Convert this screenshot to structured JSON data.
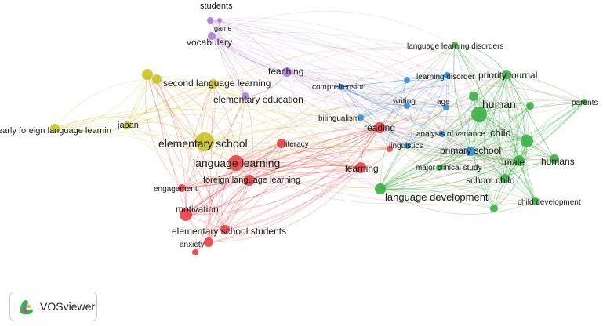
{
  "app": {
    "logo_label": "VOSviewer",
    "logo_icon": "vosviewer-logo-icon"
  },
  "clusters": {
    "red": "#e8454a",
    "green": "#3fb24a",
    "blue": "#3a8fd8",
    "yellow": "#c9c62a",
    "purple": "#b07fd8"
  },
  "nodes": [
    {
      "id": "students",
      "label": "students",
      "cluster": "purple"
    },
    {
      "id": "game",
      "label": "game",
      "cluster": "purple"
    },
    {
      "id": "vocabulary",
      "label": "vocabulary",
      "cluster": "purple"
    },
    {
      "id": "teaching",
      "label": "teaching",
      "cluster": "purple"
    },
    {
      "id": "elementary_education",
      "label": "elementary education",
      "cluster": "purple"
    },
    {
      "id": "second_language_learning",
      "label": "second language learning",
      "cluster": "yellow"
    },
    {
      "id": "early_foreign",
      "label": "early foreign language learnin",
      "cluster": "yellow"
    },
    {
      "id": "japan",
      "label": "japan",
      "cluster": "yellow"
    },
    {
      "id": "elementary_school",
      "label": "elementary school",
      "cluster": "yellow"
    },
    {
      "id": "y_small1",
      "label": "",
      "cluster": "yellow"
    },
    {
      "id": "y_small2",
      "label": "",
      "cluster": "yellow"
    },
    {
      "id": "language_learning",
      "label": "language learning",
      "cluster": "red"
    },
    {
      "id": "foreign_language_learning",
      "label": "foreign language learning",
      "cluster": "red"
    },
    {
      "id": "engagement",
      "label": "engagement",
      "cluster": "red"
    },
    {
      "id": "motivation",
      "label": "motivation",
      "cluster": "red"
    },
    {
      "id": "ess",
      "label": "elementary school students",
      "cluster": "red"
    },
    {
      "id": "anxiety",
      "label": "anxiety",
      "cluster": "red"
    },
    {
      "id": "literacy",
      "label": "literacy",
      "cluster": "red"
    },
    {
      "id": "reading",
      "label": "reading",
      "cluster": "red"
    },
    {
      "id": "learning",
      "label": "learning",
      "cluster": "red"
    },
    {
      "id": "r_small1",
      "label": "",
      "cluster": "red"
    },
    {
      "id": "r_small2",
      "label": "",
      "cluster": "red"
    },
    {
      "id": "comprehension",
      "label": "comprehension",
      "cluster": "blue"
    },
    {
      "id": "bilingualism",
      "label": "bilingualism",
      "cluster": "blue"
    },
    {
      "id": "writing",
      "label": "writing",
      "cluster": "blue"
    },
    {
      "id": "age",
      "label": "age",
      "cluster": "blue"
    },
    {
      "id": "language_disorder",
      "label": "learning disorder",
      "cluster": "blue"
    },
    {
      "id": "linguistics",
      "label": "linguistics",
      "cluster": "blue"
    },
    {
      "id": "primary_school",
      "label": "primary school",
      "cluster": "blue"
    },
    {
      "id": "analysis_of_variance",
      "label": "analysis of variance",
      "cluster": "blue"
    },
    {
      "id": "b_small1",
      "label": "",
      "cluster": "blue"
    },
    {
      "id": "language_learning_disorders",
      "label": "language learning disorders",
      "cluster": "green"
    },
    {
      "id": "priority_journal",
      "label": "priority journal",
      "cluster": "green"
    },
    {
      "id": "human",
      "label": "human",
      "cluster": "green"
    },
    {
      "id": "parents",
      "label": "parents",
      "cluster": "green"
    },
    {
      "id": "child",
      "label": "child",
      "cluster": "green"
    },
    {
      "id": "male",
      "label": "male",
      "cluster": "green"
    },
    {
      "id": "humans",
      "label": "humans",
      "cluster": "green"
    },
    {
      "id": "school_child",
      "label": "school child",
      "cluster": "green"
    },
    {
      "id": "major_clinical_study",
      "label": "major clinical study",
      "cluster": "green"
    },
    {
      "id": "language_development",
      "label": "language development",
      "cluster": "green"
    },
    {
      "id": "child_development",
      "label": "child development",
      "cluster": "green"
    },
    {
      "id": "g_small1",
      "label": "",
      "cluster": "green"
    },
    {
      "id": "g_small2",
      "label": "",
      "cluster": "green"
    },
    {
      "id": "g_small3",
      "label": "",
      "cluster": "green"
    }
  ]
}
